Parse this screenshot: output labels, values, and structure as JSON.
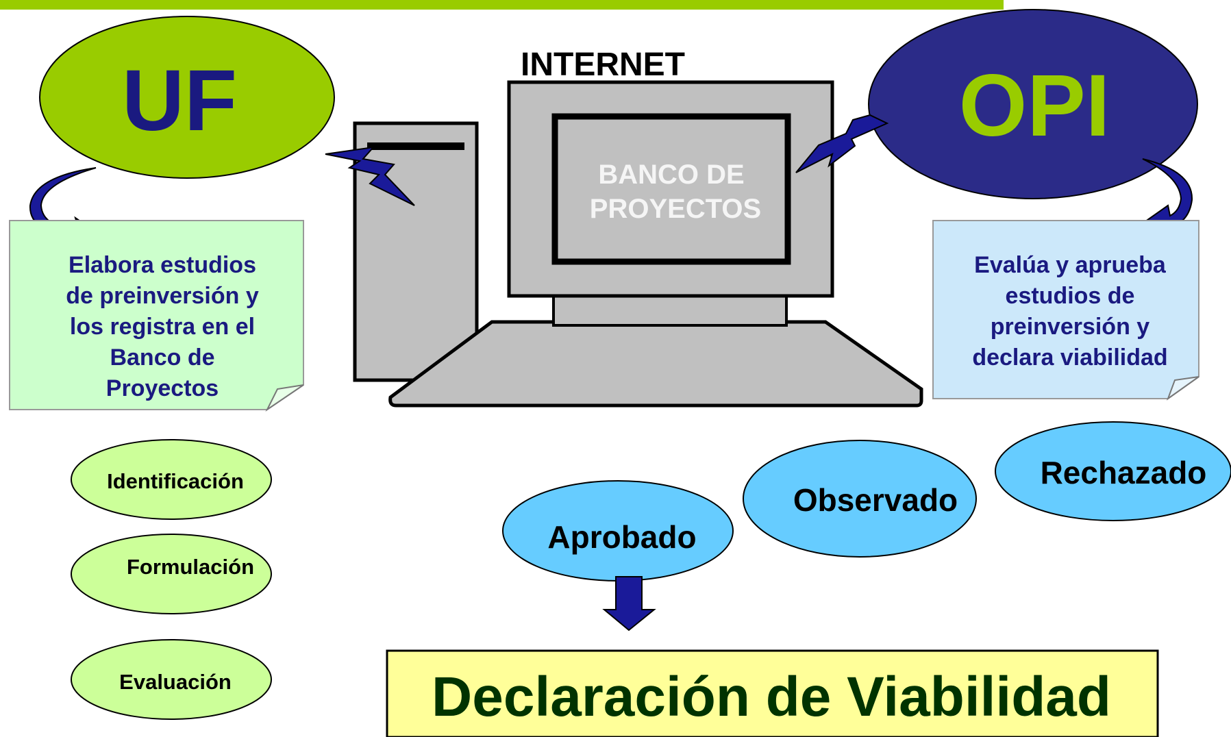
{
  "colors": {
    "header_bar": "#99cc00",
    "uf_ellipse": "#99cc00",
    "uf_text": "#1a1a80",
    "opi_ellipse": "#2b2b88",
    "opi_text": "#99cc00",
    "note_left": "#ccffcc",
    "note_right": "#cce8fa",
    "note_text": "#1a1a80",
    "phase_ellipse": "#ccff99",
    "status_ellipse": "#66ccff",
    "computer_fill": "#c0c0c0",
    "screen_text": "#f5f5f5",
    "lightning": "#1a1a99",
    "curved_arrow": "#1a1a99",
    "down_arrow": "#1a1a99",
    "declaration_box": "#ffff99",
    "declaration_text": "#003300"
  },
  "icons": {
    "computer": "desktop-computer-icon",
    "lightning_left": "lightning-bolt-icon",
    "lightning_right": "lightning-bolt-icon",
    "arrow_uf": "curved-arrow-icon",
    "arrow_opi": "curved-arrow-icon",
    "arrow_down": "arrow-down-icon"
  },
  "uf": {
    "label": "UF"
  },
  "opi": {
    "label": "OPI"
  },
  "internet": {
    "label": "INTERNET"
  },
  "screen": {
    "line1": "BANCO DE",
    "line2": "PROYECTOS"
  },
  "left_note": {
    "lines": [
      "Elabora estudios",
      "de preinversión y",
      "los registra en el",
      "Banco de",
      "Proyectos"
    ]
  },
  "right_note": {
    "lines": [
      "Evalúa y aprueba",
      "estudios de",
      "preinversión y",
      "declara viabilidad"
    ]
  },
  "phases": [
    "Identificación",
    "Formulación",
    "Evaluación"
  ],
  "statuses": {
    "aprobado": "Aprobado",
    "observado": "Observado",
    "rechazado": "Rechazado"
  },
  "declaration": {
    "label": "Declaración de Viabilidad"
  }
}
